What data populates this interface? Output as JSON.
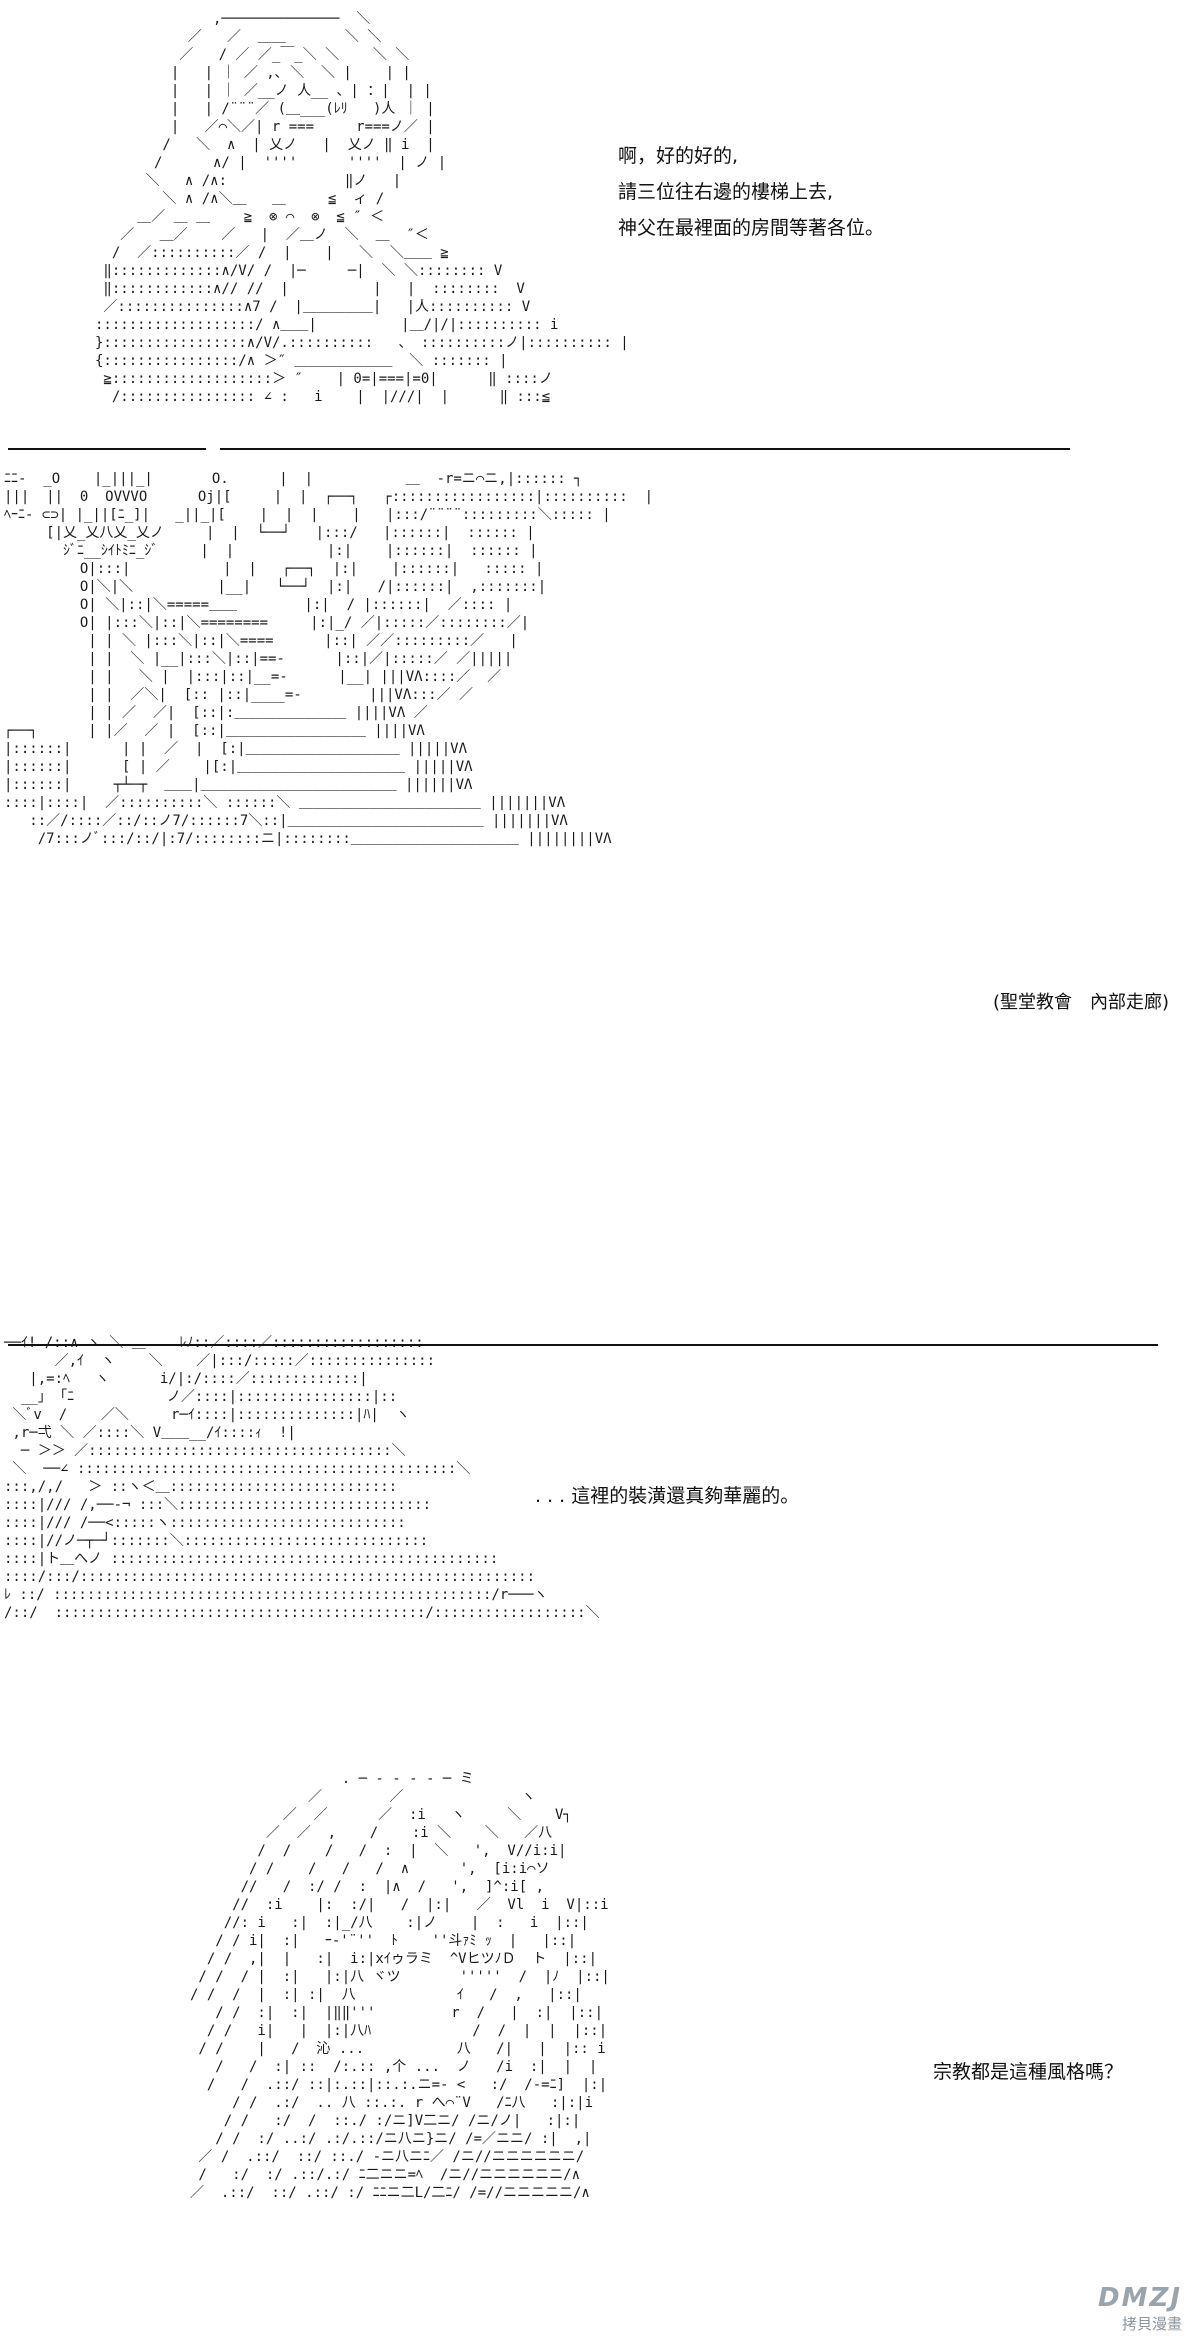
{
  "panel1": {
    "dialog": [
      "啊，好的好的,",
      "請三位往右邊的樓梯上去,",
      "神父在最裡面的房間等著各位。"
    ]
  },
  "panel2": {
    "caption": "(聖堂教會　內部走廊)"
  },
  "panel3": {
    "dialog": ". . . 這裡的裝潢還真夠華麗的。"
  },
  "panel4": {
    "dialog": "宗教都是這種風格嗎？"
  },
  "watermark": {
    "logo": "DMZJ",
    "text": "拷貝漫畫"
  },
  "colors": {
    "ink": "#1a1a1a",
    "background": "#ffffff",
    "watermark": "#9aa4ad"
  }
}
